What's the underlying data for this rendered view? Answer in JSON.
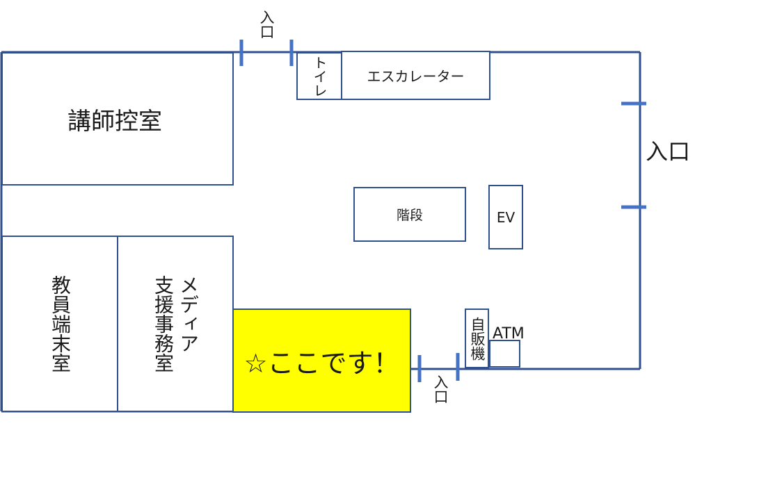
{
  "labels": {
    "lecturer_room": "講師控室",
    "toilet": "トイレ",
    "escalator": "エスカレーター",
    "stairs": "階段",
    "ev": "EV",
    "faculty_terminal_room": "教員端末室",
    "media_office_line1": "メディア",
    "media_office_line2": "支援事務室",
    "here": "☆ここです！",
    "vending_machine": "自販機",
    "atm": "ATM",
    "entrance_top": "入口",
    "entrance_right": "入口",
    "entrance_bottom": "入口"
  },
  "colors": {
    "wall": "#2f4f8f",
    "door": "#4472c4",
    "highlight": "#ffff00"
  }
}
